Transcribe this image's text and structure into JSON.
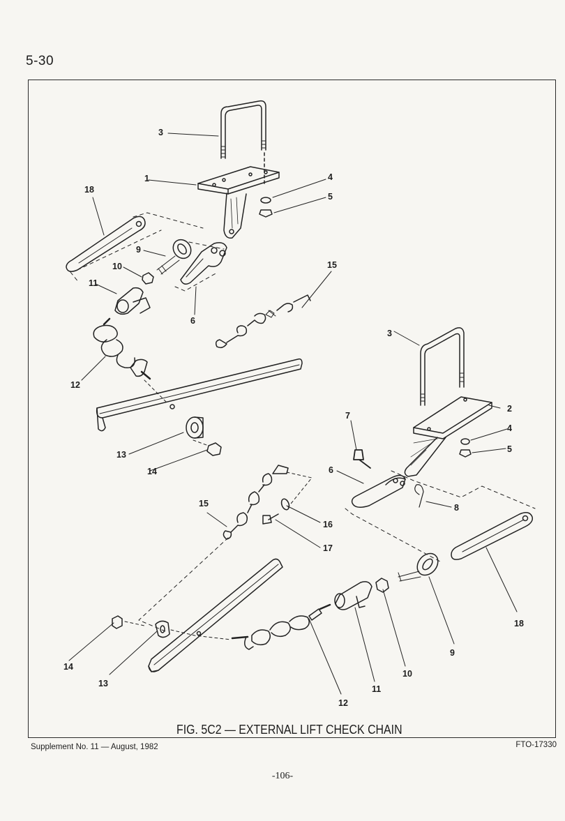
{
  "page": {
    "section_number": "5-30",
    "footer_left": "Supplement No. 11 — August, 1982",
    "footer_right": "FTO-17330",
    "page_number": "-106-"
  },
  "figure": {
    "caption": "FIG. 5C2 — EXTERNAL LIFT CHECK CHAIN",
    "callouts": [
      "1",
      "2",
      "3",
      "3",
      "4",
      "4",
      "5",
      "5",
      "6",
      "6",
      "7",
      "8",
      "9",
      "9",
      "10",
      "10",
      "11",
      "11",
      "12",
      "12",
      "13",
      "13",
      "14",
      "14",
      "15",
      "15",
      "16",
      "17",
      "18",
      "18"
    ]
  }
}
